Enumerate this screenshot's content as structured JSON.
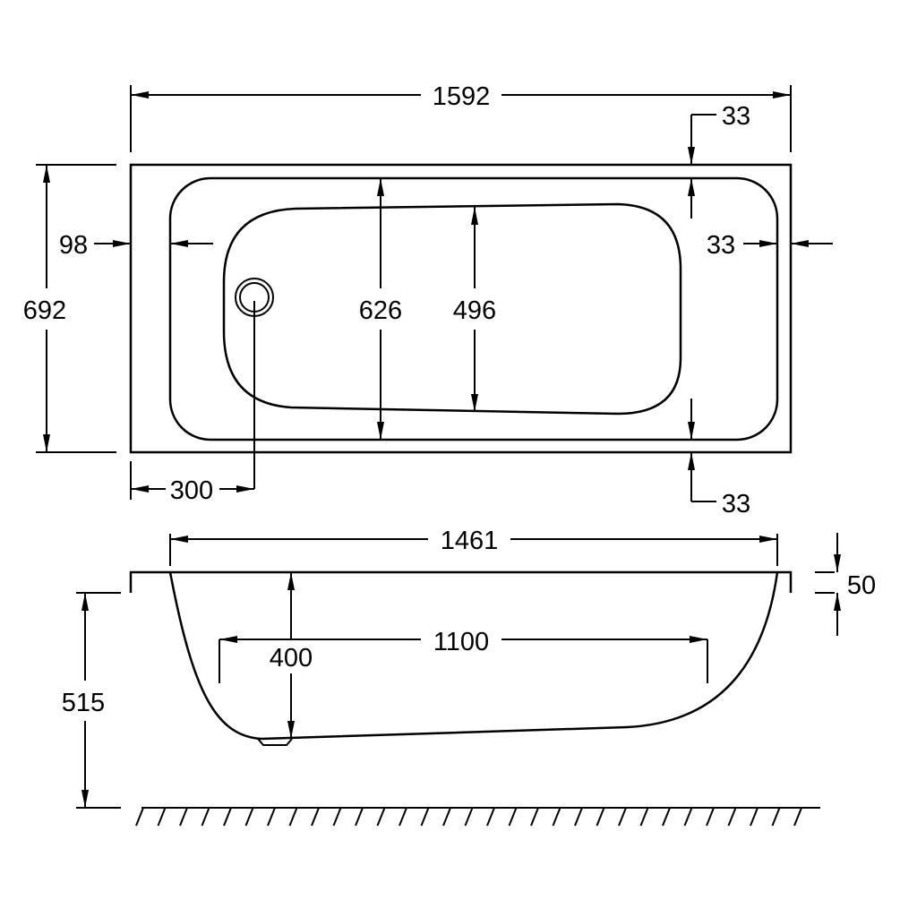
{
  "title": "Bathtub dimension drawing",
  "plan_view": {
    "overall_length": "1592",
    "overall_width": "692",
    "inner_width": "626",
    "basin_width": "496",
    "left_rim": "98",
    "right_rim": "33",
    "top_rim": "33",
    "bottom_rim": "33",
    "drain_offset": "300"
  },
  "side_view": {
    "top_length": "1461",
    "rim_thickness": "50",
    "basin_depth": "400",
    "bottom_length": "1100",
    "total_height": "515"
  },
  "colors": {
    "line": "#000000",
    "background": "#ffffff"
  }
}
